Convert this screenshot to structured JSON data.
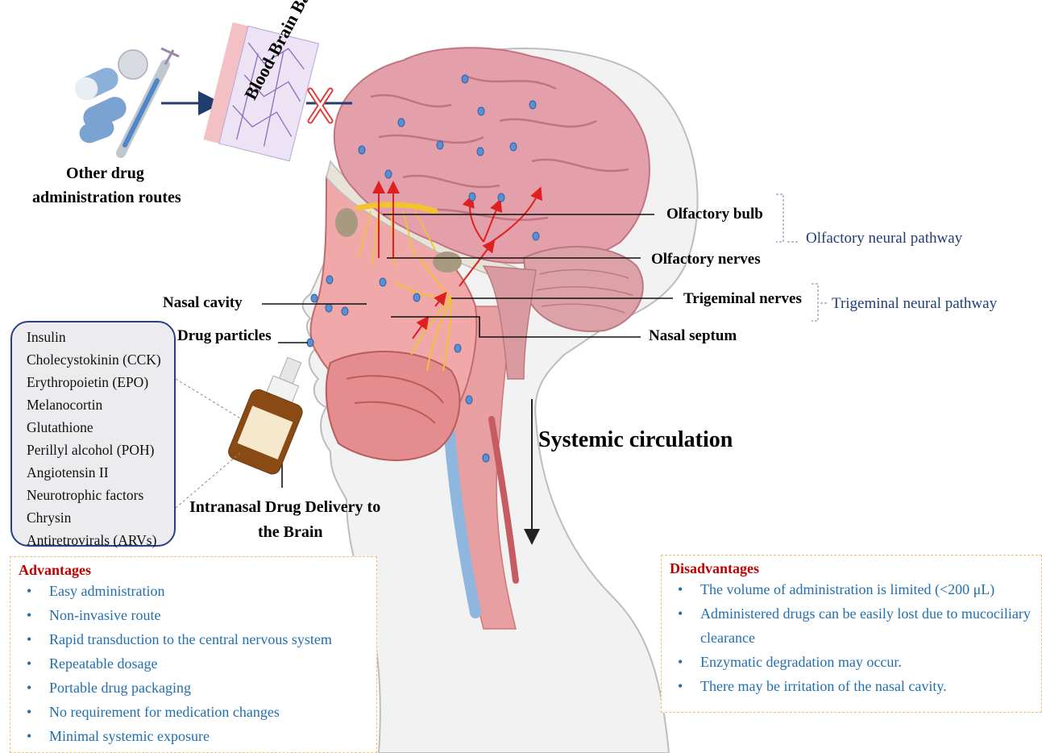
{
  "labels": {
    "bbb": "Blood-Brain Barrier",
    "other_routes_line1": "Other drug",
    "other_routes_line2": "administration routes",
    "olfactory_bulb": "Olfactory bulb",
    "olfactory_nerves": "Olfactory nerves",
    "olfactory_pathway": "Olfactory neural pathway",
    "nasal_cavity": "Nasal cavity",
    "trigeminal_nerves": "Trigeminal nerves",
    "trigeminal_pathway": "Trigeminal neural pathway",
    "drug_particles": "Drug particles",
    "nasal_septum": "Nasal septum",
    "systemic": "Systemic circulation",
    "intranasal_line1": "Intranasal  Drug Delivery to",
    "intranasal_line2": "the Brain"
  },
  "drugs": [
    "Insulin",
    "Cholecystokinin (CCK)",
    "Erythropoietin (EPO)",
    "Melanocortin",
    "Glutathione",
    "Perillyl alcohol (POH)",
    "Angiotensin II",
    "Neurotrophic factors",
    "Chrysin",
    "Antiretrovirals (ARVs)"
  ],
  "advantages": {
    "title": "Advantages",
    "items": [
      "Easy administration",
      "Non-invasive route",
      "Rapid transduction to the central nervous system",
      "Repeatable dosage",
      "Portable drug packaging",
      "No requirement for medication changes",
      "Minimal systemic exposure"
    ]
  },
  "disadvantages": {
    "title": "Disadvantages",
    "items": [
      "The volume of administration is limited (<200 μL)",
      "Administered drugs can be easily lost due to mucociliary clearance",
      "Enzymatic degradation may occur.",
      "There may be irritation of the nasal cavity."
    ]
  },
  "colors": {
    "brain": "#e6a3ad",
    "tissue": "#efa6a6",
    "skin": "#f1f1f1",
    "nerve": "#f2c230",
    "arrow": "#e02020",
    "dot": "#5b8fd1",
    "adv_title": "#c00000",
    "item_text": "#1f6fb0",
    "pathway_text": "#1f3d7a"
  }
}
